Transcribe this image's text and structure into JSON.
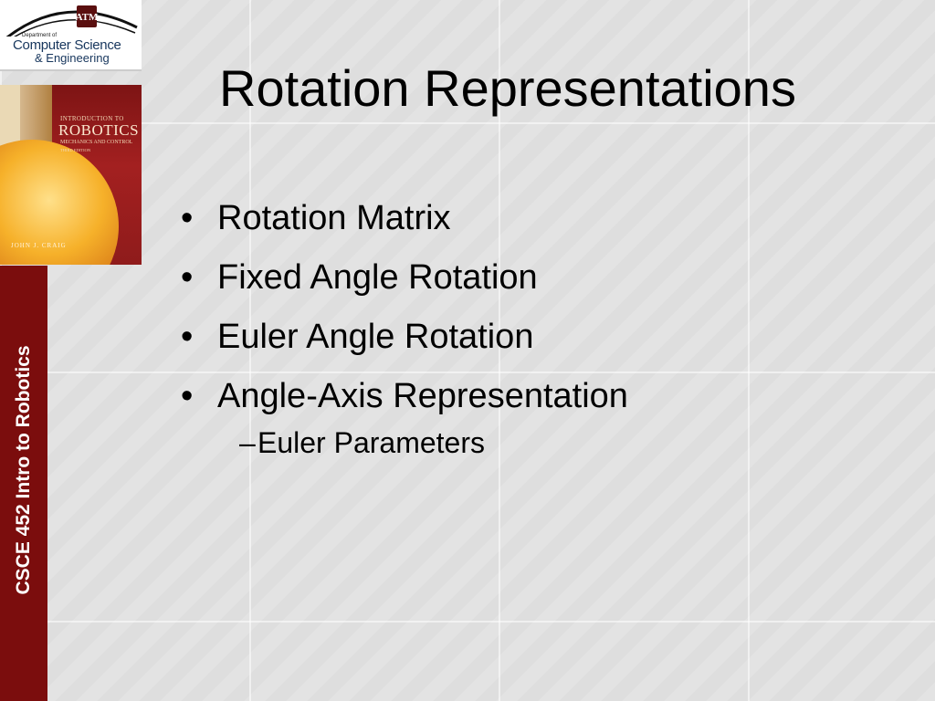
{
  "logo": {
    "department": "Department of",
    "line1": "Computer Science",
    "line2": "& Engineering",
    "emblem": "ATM"
  },
  "book": {
    "line1": "INTRODUCTION TO",
    "line2": "ROBOTICS",
    "line3": "MECHANICS AND CONTROL",
    "line4": "THIRD EDITION",
    "author": "JOHN J. CRAIG"
  },
  "sidebar": {
    "text": "CSCE 452 Intro to Robotics"
  },
  "slide": {
    "title": "Rotation Representations",
    "bullets": [
      "Rotation Matrix",
      "Fixed Angle Rotation",
      "Euler Angle Rotation",
      "Angle-Axis Representation"
    ],
    "bullet_marker": "•",
    "sub_marker": "–",
    "sub_bullets": [
      "Euler Parameters"
    ]
  },
  "colors": {
    "sidebar": "#7b0d0d",
    "logo_text": "#17365d",
    "background": "#e3e3e3"
  }
}
